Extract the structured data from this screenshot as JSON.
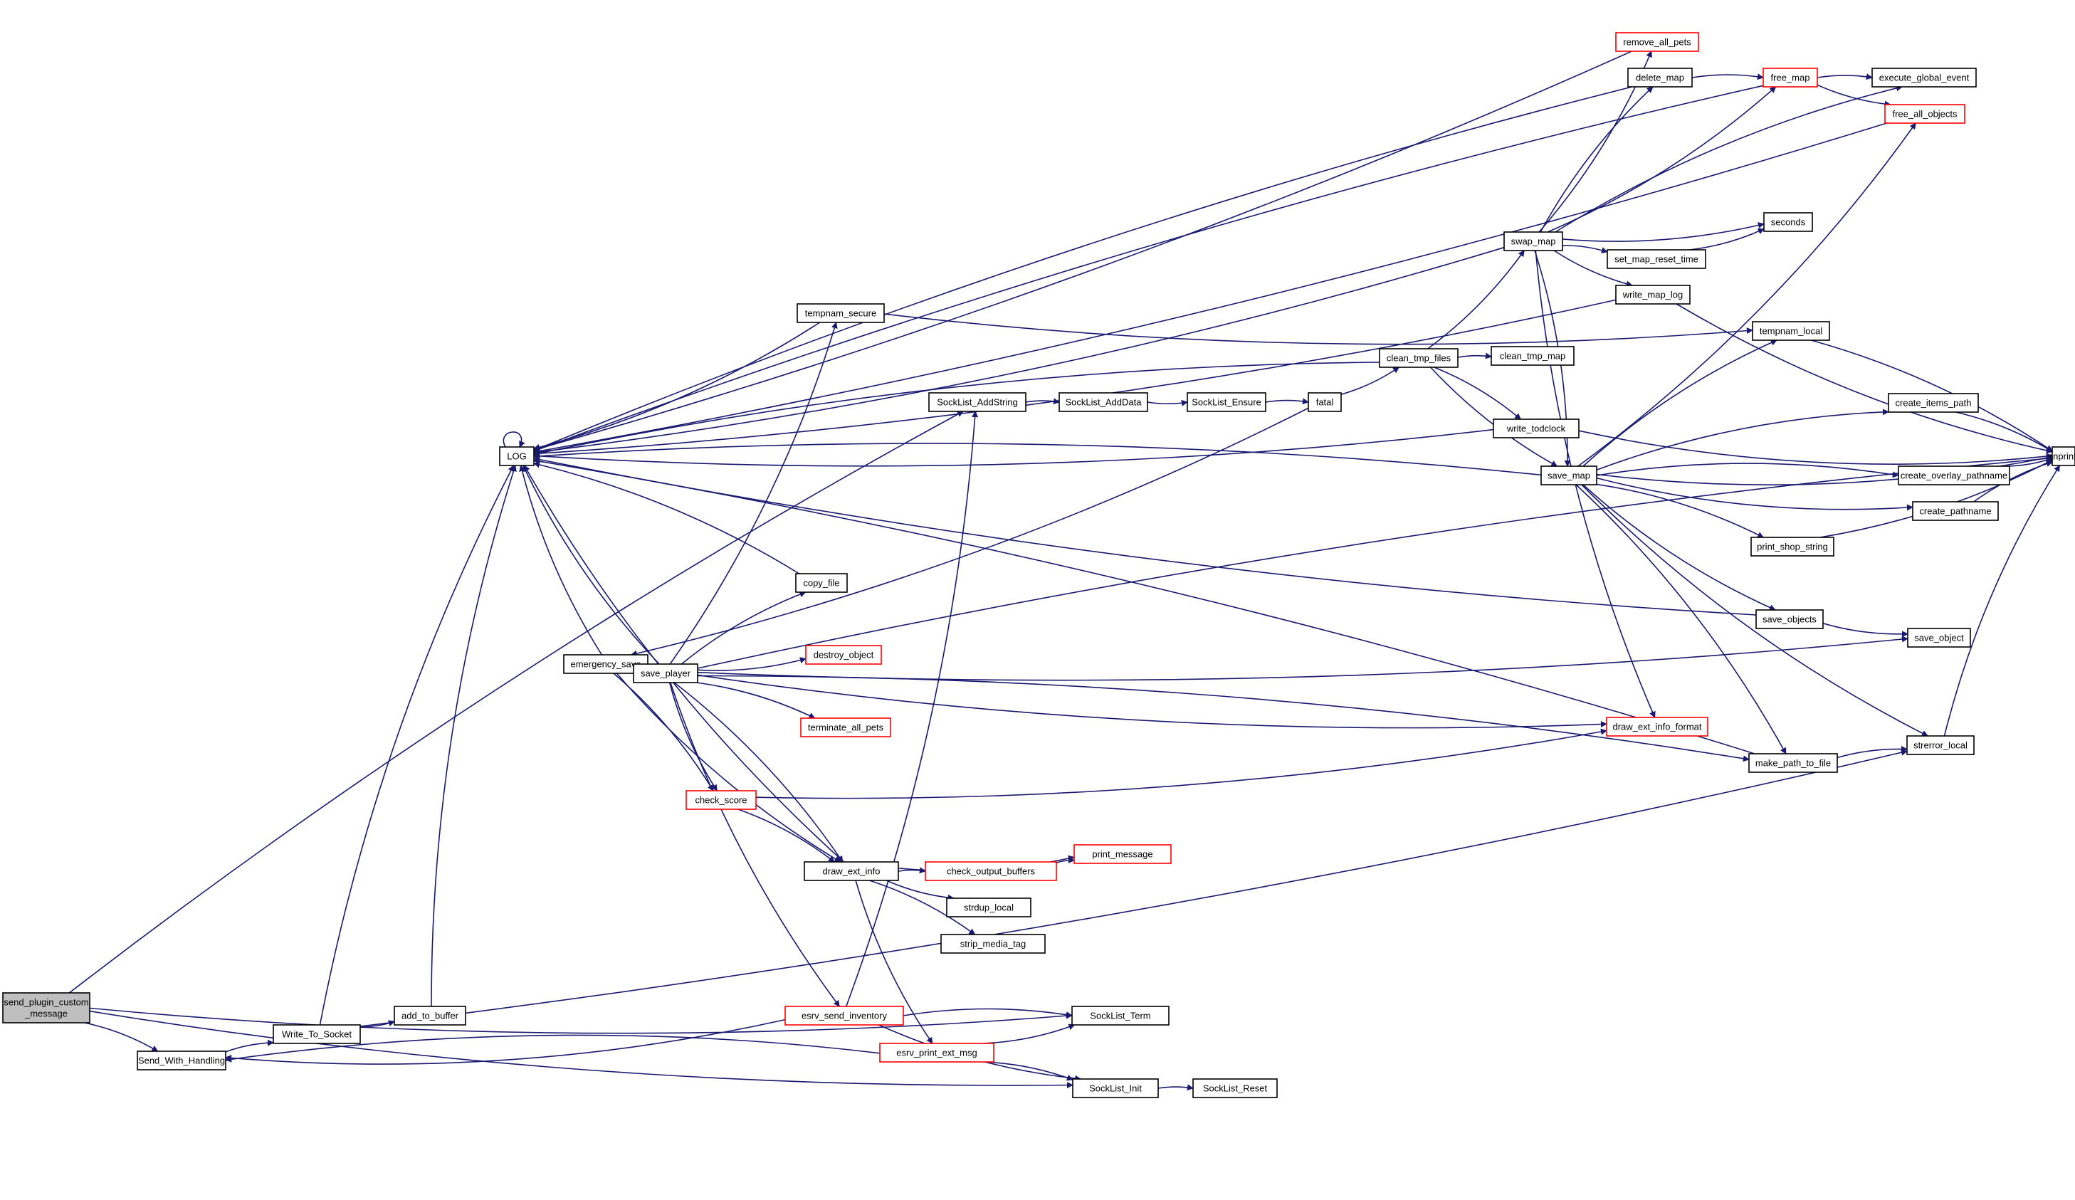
{
  "graph": {
    "type": "call-graph",
    "colors": {
      "edge": "#191970",
      "node_border": "#000000",
      "node_border_truncated": "#ff0000",
      "root_fill": "#bfbfbf",
      "node_fill": "#ffffff"
    },
    "nodes": [
      {
        "id": "send_plugin_custom_message",
        "label": [
          "send_plugin_custom",
          "_message"
        ],
        "style": "root"
      },
      {
        "id": "LOG",
        "label": [
          "LOG"
        ],
        "style": "normal"
      },
      {
        "id": "Send_With_Handling",
        "label": [
          "Send_With_Handling"
        ],
        "style": "normal"
      },
      {
        "id": "Write_To_Socket",
        "label": [
          "Write_To_Socket"
        ],
        "style": "normal"
      },
      {
        "id": "add_to_buffer",
        "label": [
          "add_to_buffer"
        ],
        "style": "normal"
      },
      {
        "id": "SockList_AddString",
        "label": [
          "SockList_AddString"
        ],
        "style": "normal"
      },
      {
        "id": "SockList_AddData",
        "label": [
          "SockList_AddData"
        ],
        "style": "normal"
      },
      {
        "id": "SockList_Ensure",
        "label": [
          "SockList_Ensure"
        ],
        "style": "normal"
      },
      {
        "id": "fatal",
        "label": [
          "fatal"
        ],
        "style": "normal"
      },
      {
        "id": "tempnam_secure",
        "label": [
          "tempnam_secure"
        ],
        "style": "normal"
      },
      {
        "id": "clean_tmp_files",
        "label": [
          "clean_tmp_files"
        ],
        "style": "normal"
      },
      {
        "id": "clean_tmp_map",
        "label": [
          "clean_tmp_map"
        ],
        "style": "normal"
      },
      {
        "id": "write_todclock",
        "label": [
          "write_todclock"
        ],
        "style": "normal"
      },
      {
        "id": "swap_map",
        "label": [
          "swap_map"
        ],
        "style": "normal"
      },
      {
        "id": "remove_all_pets",
        "label": [
          "remove_all_pets"
        ],
        "style": "truncated"
      },
      {
        "id": "delete_map",
        "label": [
          "delete_map"
        ],
        "style": "normal"
      },
      {
        "id": "free_map",
        "label": [
          "free_map"
        ],
        "style": "truncated"
      },
      {
        "id": "execute_global_event",
        "label": [
          "execute_global_event"
        ],
        "style": "normal"
      },
      {
        "id": "free_all_objects",
        "label": [
          "free_all_objects"
        ],
        "style": "truncated"
      },
      {
        "id": "seconds",
        "label": [
          "seconds"
        ],
        "style": "normal"
      },
      {
        "id": "set_map_reset_time",
        "label": [
          "set_map_reset_time"
        ],
        "style": "normal"
      },
      {
        "id": "write_map_log",
        "label": [
          "write_map_log"
        ],
        "style": "normal"
      },
      {
        "id": "tempnam_local",
        "label": [
          "tempnam_local"
        ],
        "style": "normal"
      },
      {
        "id": "save_map",
        "label": [
          "save_map"
        ],
        "style": "normal"
      },
      {
        "id": "create_items_path",
        "label": [
          "create_items_path"
        ],
        "style": "normal"
      },
      {
        "id": "snprintf",
        "label": [
          "snprintf"
        ],
        "style": "normal"
      },
      {
        "id": "create_overlay_pathname",
        "label": [
          "create_overlay_pathname"
        ],
        "style": "normal"
      },
      {
        "id": "create_pathname",
        "label": [
          "create_pathname"
        ],
        "style": "normal"
      },
      {
        "id": "print_shop_string",
        "label": [
          "print_shop_string"
        ],
        "style": "normal"
      },
      {
        "id": "save_objects",
        "label": [
          "save_objects"
        ],
        "style": "normal"
      },
      {
        "id": "save_object",
        "label": [
          "save_object"
        ],
        "style": "normal"
      },
      {
        "id": "draw_ext_info_format",
        "label": [
          "draw_ext_info_format"
        ],
        "style": "truncated"
      },
      {
        "id": "make_path_to_file",
        "label": [
          "make_path_to_file"
        ],
        "style": "normal"
      },
      {
        "id": "strerror_local",
        "label": [
          "strerror_local"
        ],
        "style": "normal"
      },
      {
        "id": "copy_file",
        "label": [
          "copy_file"
        ],
        "style": "normal"
      },
      {
        "id": "emergency_save",
        "label": [
          "emergency_save"
        ],
        "style": "normal"
      },
      {
        "id": "save_player",
        "label": [
          "save_player"
        ],
        "style": "normal"
      },
      {
        "id": "destroy_object",
        "label": [
          "destroy_object"
        ],
        "style": "truncated"
      },
      {
        "id": "terminate_all_pets",
        "label": [
          "terminate_all_pets"
        ],
        "style": "truncated"
      },
      {
        "id": "check_score",
        "label": [
          "check_score"
        ],
        "style": "truncated"
      },
      {
        "id": "draw_ext_info",
        "label": [
          "draw_ext_info"
        ],
        "style": "normal"
      },
      {
        "id": "check_output_buffers",
        "label": [
          "check_output_buffers"
        ],
        "style": "truncated"
      },
      {
        "id": "print_message",
        "label": [
          "print_message"
        ],
        "style": "truncated"
      },
      {
        "id": "strdup_local",
        "label": [
          "strdup_local"
        ],
        "style": "normal"
      },
      {
        "id": "strip_media_tag",
        "label": [
          "strip_media_tag"
        ],
        "style": "normal"
      },
      {
        "id": "esrv_send_inventory",
        "label": [
          "esrv_send_inventory"
        ],
        "style": "truncated"
      },
      {
        "id": "esrv_print_ext_msg",
        "label": [
          "esrv_print_ext_msg"
        ],
        "style": "truncated"
      },
      {
        "id": "SockList_Term",
        "label": [
          "SockList_Term"
        ],
        "style": "normal"
      },
      {
        "id": "SockList_Init",
        "label": [
          "SockList_Init"
        ],
        "style": "normal"
      },
      {
        "id": "SockList_Reset",
        "label": [
          "SockList_Reset"
        ],
        "style": "normal"
      }
    ],
    "edges": [
      [
        "send_plugin_custom_message",
        "SockList_AddString"
      ],
      [
        "send_plugin_custom_message",
        "SockList_Term"
      ],
      [
        "send_plugin_custom_message",
        "Send_With_Handling"
      ],
      [
        "send_plugin_custom_message",
        "SockList_Init"
      ],
      [
        "Send_With_Handling",
        "Write_To_Socket"
      ],
      [
        "Write_To_Socket",
        "add_to_buffer"
      ],
      [
        "Write_To_Socket",
        "LOG"
      ],
      [
        "Write_To_Socket",
        "strerror_local"
      ],
      [
        "add_to_buffer",
        "LOG"
      ],
      [
        "LOG",
        "LOG"
      ],
      [
        "SockList_AddString",
        "SockList_AddData"
      ],
      [
        "SockList_AddData",
        "SockList_Ensure"
      ],
      [
        "SockList_Ensure",
        "fatal"
      ],
      [
        "fatal",
        "clean_tmp_files"
      ],
      [
        "fatal",
        "emergency_save"
      ],
      [
        "clean_tmp_files",
        "LOG"
      ],
      [
        "clean_tmp_files",
        "clean_tmp_map"
      ],
      [
        "clean_tmp_files",
        "swap_map"
      ],
      [
        "clean_tmp_files",
        "write_todclock"
      ],
      [
        "clean_tmp_files",
        "save_map"
      ],
      [
        "write_todclock",
        "LOG"
      ],
      [
        "write_todclock",
        "snprintf"
      ],
      [
        "swap_map",
        "LOG"
      ],
      [
        "swap_map",
        "remove_all_pets"
      ],
      [
        "swap_map",
        "delete_map"
      ],
      [
        "swap_map",
        "free_map"
      ],
      [
        "swap_map",
        "execute_global_event"
      ],
      [
        "swap_map",
        "seconds"
      ],
      [
        "swap_map",
        "set_map_reset_time"
      ],
      [
        "swap_map",
        "write_map_log"
      ],
      [
        "swap_map",
        "save_map"
      ],
      [
        "swap_map",
        "draw_ext_info_format"
      ],
      [
        "remove_all_pets",
        "LOG"
      ],
      [
        "delete_map",
        "LOG"
      ],
      [
        "delete_map",
        "free_map"
      ],
      [
        "free_map",
        "LOG"
      ],
      [
        "free_map",
        "execute_global_event"
      ],
      [
        "free_map",
        "free_all_objects"
      ],
      [
        "free_all_objects",
        "LOG"
      ],
      [
        "set_map_reset_time",
        "seconds"
      ],
      [
        "write_map_log",
        "LOG"
      ],
      [
        "write_map_log",
        "snprintf"
      ],
      [
        "tempnam_secure",
        "LOG"
      ],
      [
        "tempnam_secure",
        "tempnam_local"
      ],
      [
        "tempnam_local",
        "snprintf"
      ],
      [
        "save_map",
        "LOG"
      ],
      [
        "save_map",
        "tempnam_local"
      ],
      [
        "save_map",
        "free_all_objects"
      ],
      [
        "save_map",
        "create_items_path"
      ],
      [
        "save_map",
        "snprintf"
      ],
      [
        "save_map",
        "create_overlay_pathname"
      ],
      [
        "save_map",
        "create_pathname"
      ],
      [
        "save_map",
        "print_shop_string"
      ],
      [
        "save_map",
        "save_objects"
      ],
      [
        "save_map",
        "make_path_to_file"
      ],
      [
        "save_map",
        "strerror_local"
      ],
      [
        "create_items_path",
        "snprintf"
      ],
      [
        "create_overlay_pathname",
        "snprintf"
      ],
      [
        "create_pathname",
        "snprintf"
      ],
      [
        "print_shop_string",
        "snprintf"
      ],
      [
        "save_objects",
        "LOG"
      ],
      [
        "save_objects",
        "save_object"
      ],
      [
        "make_path_to_file",
        "strerror_local"
      ],
      [
        "make_path_to_file",
        "LOG"
      ],
      [
        "strerror_local",
        "snprintf"
      ],
      [
        "copy_file",
        "LOG"
      ],
      [
        "emergency_save",
        "LOG"
      ],
      [
        "emergency_save",
        "save_player"
      ],
      [
        "emergency_save",
        "check_score"
      ],
      [
        "emergency_save",
        "draw_ext_info"
      ],
      [
        "save_player",
        "LOG"
      ],
      [
        "save_player",
        "tempnam_secure"
      ],
      [
        "save_player",
        "copy_file"
      ],
      [
        "save_player",
        "destroy_object"
      ],
      [
        "save_player",
        "terminate_all_pets"
      ],
      [
        "save_player",
        "save_object"
      ],
      [
        "save_player",
        "snprintf"
      ],
      [
        "save_player",
        "draw_ext_info_format"
      ],
      [
        "save_player",
        "make_path_to_file"
      ],
      [
        "save_player",
        "check_score"
      ],
      [
        "save_player",
        "draw_ext_info"
      ],
      [
        "save_player",
        "esrv_send_inventory"
      ],
      [
        "check_score",
        "draw_ext_info"
      ],
      [
        "check_score",
        "draw_ext_info_format"
      ],
      [
        "draw_ext_info",
        "LOG"
      ],
      [
        "draw_ext_info",
        "print_message"
      ],
      [
        "draw_ext_info",
        "check_output_buffers"
      ],
      [
        "draw_ext_info",
        "strdup_local"
      ],
      [
        "draw_ext_info",
        "strip_media_tag"
      ],
      [
        "draw_ext_info",
        "esrv_print_ext_msg"
      ],
      [
        "check_output_buffers",
        "print_message"
      ],
      [
        "esrv_send_inventory",
        "SockList_AddString"
      ],
      [
        "esrv_send_inventory",
        "SockList_Term"
      ],
      [
        "esrv_send_inventory",
        "SockList_Init"
      ],
      [
        "esrv_send_inventory",
        "Send_With_Handling"
      ],
      [
        "esrv_print_ext_msg",
        "SockList_Term"
      ],
      [
        "esrv_print_ext_msg",
        "SockList_Init"
      ],
      [
        "esrv_print_ext_msg",
        "Send_With_Handling"
      ],
      [
        "SockList_Init",
        "SockList_Reset"
      ]
    ]
  }
}
